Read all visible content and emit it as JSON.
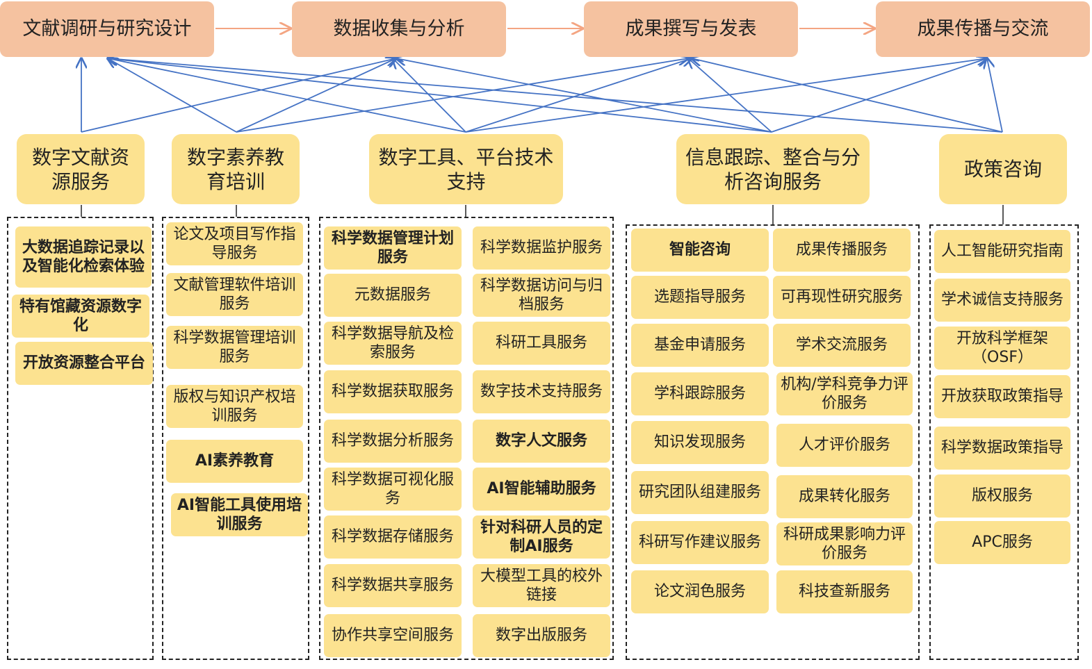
{
  "stages": [
    "文献调研与研究设计",
    "数据收集与分析",
    "成果撰写与发表",
    "成果传播与交流"
  ],
  "categories": [
    "数字文献资源服务",
    "数字素养教育培训",
    "数字工具、平台技术支持",
    "信息跟踪、整合与分析咨询服务",
    "政策咨询"
  ],
  "colors": {
    "stage": "#f5c2a0",
    "category": "#fce290",
    "item": "#fce290",
    "link": "#4472c4",
    "stage_arrow": "#f4a582"
  },
  "services": {
    "col1": [
      "大数据追踪记录以及智能化检索体验",
      "特有馆藏资源数字化",
      "开放资源整合平台"
    ],
    "col2": [
      "论文及项目写作指导服务",
      "文献管理软件培训服务",
      "科学数据管理培训服务",
      "版权与知识产权培训服务",
      "AI素养教育",
      "AI智能工具使用培训服务"
    ],
    "col3a": [
      "科学数据管理计划服务",
      "元数据服务",
      "科学数据导航及检索服务",
      "科学数据获取服务",
      "科学数据分析服务",
      "科学数据可视化服务",
      "科学数据存储服务",
      "科学数据共享服务",
      "协作共享空间服务"
    ],
    "col3b": [
      "科学数据监护服务",
      "科学数据访问与归档服务",
      "科研工具服务",
      "数字技术支持服务",
      "数字人文服务",
      "AI智能辅助服务",
      "针对科研人员的定制AI服务",
      "大模型工具的校外链接",
      "数字出版服务"
    ],
    "col4a": [
      "智能咨询",
      "选题指导服务",
      "基金申请服务",
      "学科跟踪服务",
      "知识发现服务",
      "研究团队组建服务",
      "科研写作建议服务",
      "论文润色服务"
    ],
    "col4b": [
      "成果传播服务",
      "可再现性研究服务",
      "学术交流服务",
      "机构/学科竞争力评价服务",
      "人才评价服务",
      "成果转化服务",
      "科研成果影响力评价服务",
      "科技查新服务"
    ],
    "col5": [
      "人工智能研究指南",
      "学术诚信支持服务",
      "开放科学框架（OSF）",
      "开放获取政策指导",
      "科学数据政策指导",
      "版权服务",
      "APC服务"
    ]
  }
}
